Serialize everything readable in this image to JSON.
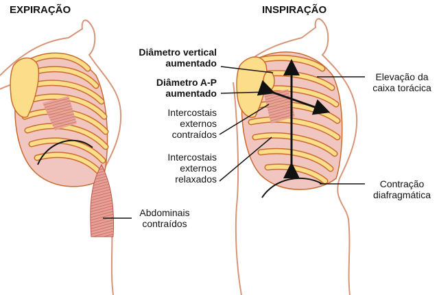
{
  "titles": {
    "left": "EXPIRAÇÃO",
    "right": "INSPIRAÇÃO"
  },
  "labels": {
    "vertical_diameter": "Diâmetro vertical\naumentado",
    "ap_diameter": "Diâmetro A-P\naumentado",
    "intercostals_contracted": "Intercostais\nexternos\ncontraídos",
    "intercostals_relaxed": "Intercostais\nexternos\nrelaxados",
    "abdominals": "Abdominais\ncontraídos",
    "rib_elevation": "Elevação da\ncaixa torácica",
    "diaphragm_contraction": "Contração\ndiafragmática"
  },
  "colors": {
    "bone": "#FBDD8A",
    "bone_outline": "#C96A2C",
    "muscle": "#D88478",
    "muscle_light": "#F1C6C0",
    "body_outline": "#D79477",
    "arrow": "#111111"
  }
}
